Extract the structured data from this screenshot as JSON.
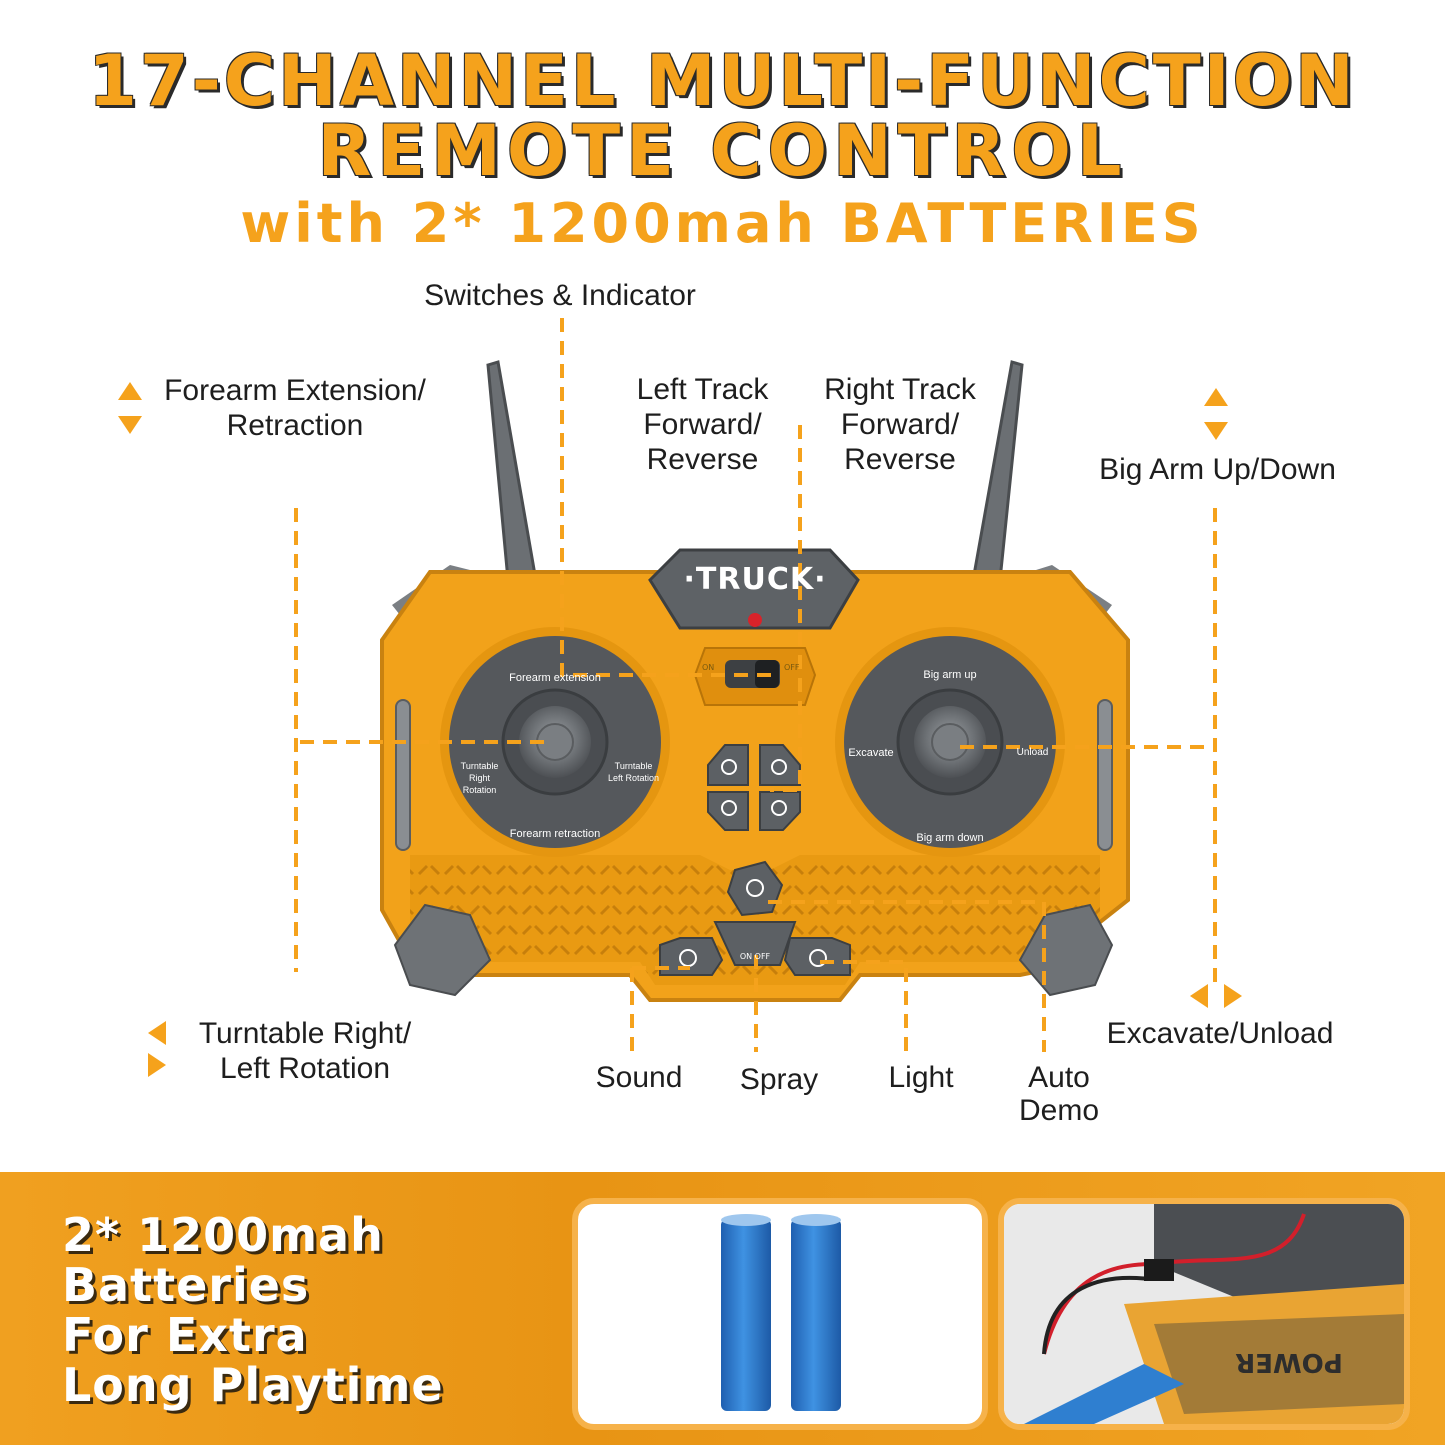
{
  "header": {
    "line1": "17-CHANNEL MULTI-FUNCTION",
    "line2": "REMOTE CONTROL",
    "line3": "with 2* 1200mah BATTERIES"
  },
  "remote": {
    "logo": "·TRUCK·",
    "left_dial": {
      "top": "Forearm extension",
      "bottom": "Forearm retraction",
      "left": "Turntable Right Rotation",
      "right": "Turntable Left Rotation"
    },
    "right_dial": {
      "top": "Big arm up",
      "bottom": "Big arm down",
      "left": "Excavate",
      "right": "Unload"
    },
    "switch_on": "ON",
    "switch_off": "OFF",
    "spray_on_off": "ON OFF"
  },
  "callouts": {
    "switches_indicator": "Switches & Indicator",
    "forearm_a": "Forearm Extension/",
    "forearm_b": "Retraction",
    "left_track_a": "Left Track",
    "left_track_b": "Forward/",
    "left_track_c": "Reverse",
    "right_track_a": "Right Track",
    "right_track_b": "Forward/",
    "right_track_c": "Reverse",
    "big_arm": "Big Arm Up/Down",
    "turntable_a": "Turntable Right/",
    "turntable_b": "Left Rotation",
    "sound": "Sound",
    "spray": "Spray",
    "light": "Light",
    "auto_a": "Auto",
    "auto_b": "Demo",
    "excavate": "Excavate/Unload"
  },
  "battery_band": {
    "line1": "2* 1200mah",
    "line2": "Batteries",
    "line3": "For Extra",
    "line4": "Long Playtime",
    "pack_label": "POWER"
  },
  "colors": {
    "accent": "#f5a21c",
    "remote_body": "#f2a21a",
    "dial": "#5c5f62",
    "battery_cell": "#2f7fd0"
  }
}
